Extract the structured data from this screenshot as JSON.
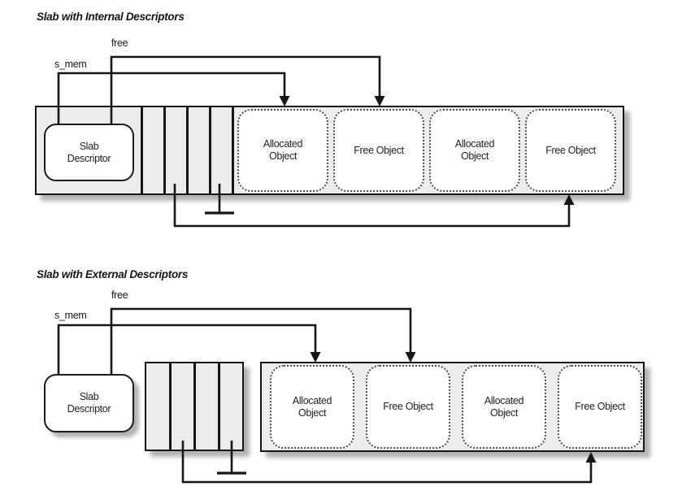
{
  "figure": {
    "diagrams": [
      {
        "title": "Slab with Internal Descriptors",
        "labels": {
          "free": "free",
          "s_mem": "s_mem"
        },
        "descriptor": "Slab Descriptor",
        "objects": [
          "Allocated Object",
          "Free Object",
          "Allocated Object",
          "Free Object"
        ]
      },
      {
        "title": "Slab with External Descriptors",
        "labels": {
          "free": "free",
          "s_mem": "s_mem"
        },
        "descriptor": "Slab Descriptor",
        "objects": [
          "Allocated Object",
          "Free Object",
          "Allocated Object",
          "Free Object"
        ]
      }
    ],
    "colors": {
      "line": "#161616",
      "slab_fill": "#ececec",
      "object_fill": "#ffffff",
      "dotted_border": "#4a4a4a"
    }
  }
}
